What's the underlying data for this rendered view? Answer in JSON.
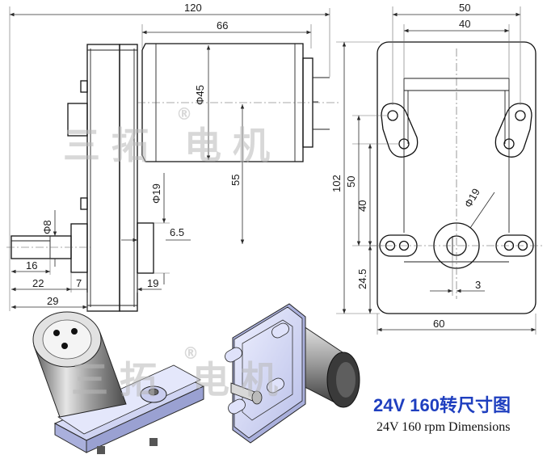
{
  "title": {
    "main": "24V 160转尺寸图",
    "subtitle": "24V 160 rpm Dimensions"
  },
  "watermark": {
    "text": "三拓 电机",
    "symbol": "®"
  },
  "side_view": {
    "dims": {
      "overall_length": "120",
      "motor_length": "66",
      "motor_diameter": "Φ45",
      "shaft_center_height": "55",
      "boss_diameter": "Φ19",
      "boss_height": "6.5",
      "shaft_diameter": "Φ8",
      "shaft_flat": "16",
      "shaft_length": "22",
      "collar": "7",
      "output_to_face": "19",
      "output_total": "29"
    }
  },
  "front_view": {
    "dims": {
      "hole_spacing_outer": "50",
      "hole_spacing_inner": "40",
      "total_height": "102",
      "upper_height": "50",
      "middle_height": "40",
      "bottom_offset": "24.5",
      "boss_diameter": "Φ19",
      "shaft_offset": "3",
      "total_width": "60"
    }
  },
  "colors": {
    "title_blue": "#1f3fbf",
    "housing_blue": "#c9cdee",
    "motor_gray": "#8a8a8a"
  }
}
